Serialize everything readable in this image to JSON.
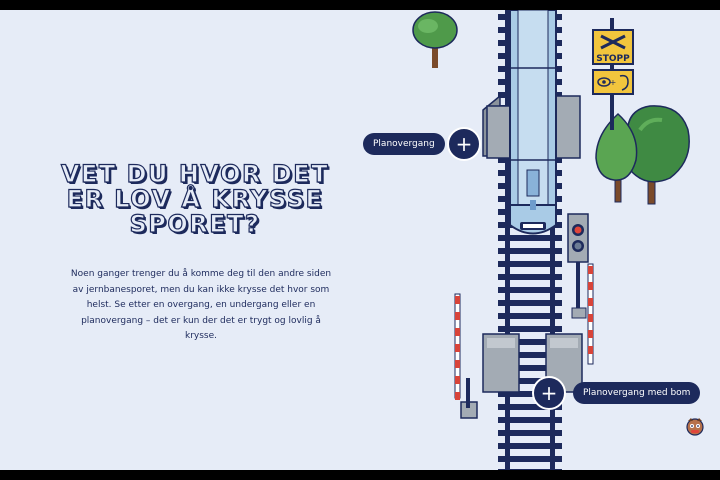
{
  "heading": "VET DU HVOR DET ER LOV Å KRYSSE SPORET?",
  "body": "Noen ganger trenger du å komme deg til den andre siden av jernbanesporet, men du kan ikke krysse det hvor som helst. Se etter en overgang, en undergang eller en planovergang – det er kun der det er trygt og lovlig å krysse.",
  "hotspots": [
    {
      "label": "Planovergang",
      "button": "+"
    },
    {
      "label": "Planovergang med bom",
      "button": "+"
    }
  ],
  "sign": {
    "stop_text": "STOPP"
  },
  "colors": {
    "background": "#e6ecf7",
    "navy": "#1d2a5c",
    "train_blue": "#a9cbe6",
    "sign_yellow": "#f2c53d",
    "tree_green": "#4f9a4a",
    "barrier_red": "#d8443a",
    "signal_red": "#e0453a"
  },
  "icons": [
    "plus-icon",
    "stop-sign-icon",
    "eye-ear-sign-icon",
    "traffic-signal-icon",
    "mascot-icon"
  ]
}
